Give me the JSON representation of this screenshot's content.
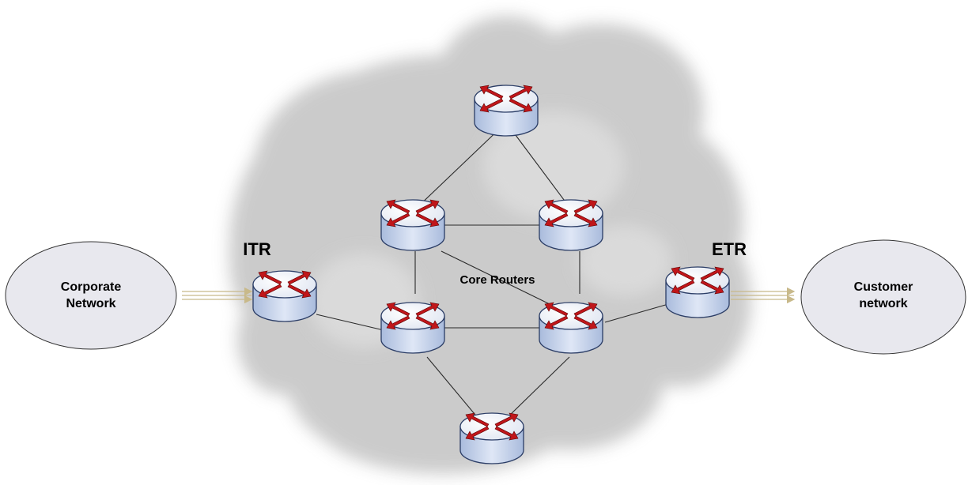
{
  "labels": {
    "itr": "ITR",
    "etr": "ETR",
    "core_routers": "Core Routers"
  },
  "networks": {
    "corporate": {
      "line1": "Corporate",
      "line2": "Network"
    },
    "customer": {
      "line1": "Customer",
      "line2": "network"
    }
  },
  "colors": {
    "ellipse_fill": "#e8e8ee",
    "cloud": "#c9c9c9",
    "router_body": "#c4d2ec",
    "router_top": "#eef2fa",
    "arrow": "#c0161a",
    "link": "#2a2a2a",
    "flow_arrow": "#c8b98a"
  },
  "icons": {
    "router": "router-icon",
    "cloud": "cloud-shape"
  }
}
